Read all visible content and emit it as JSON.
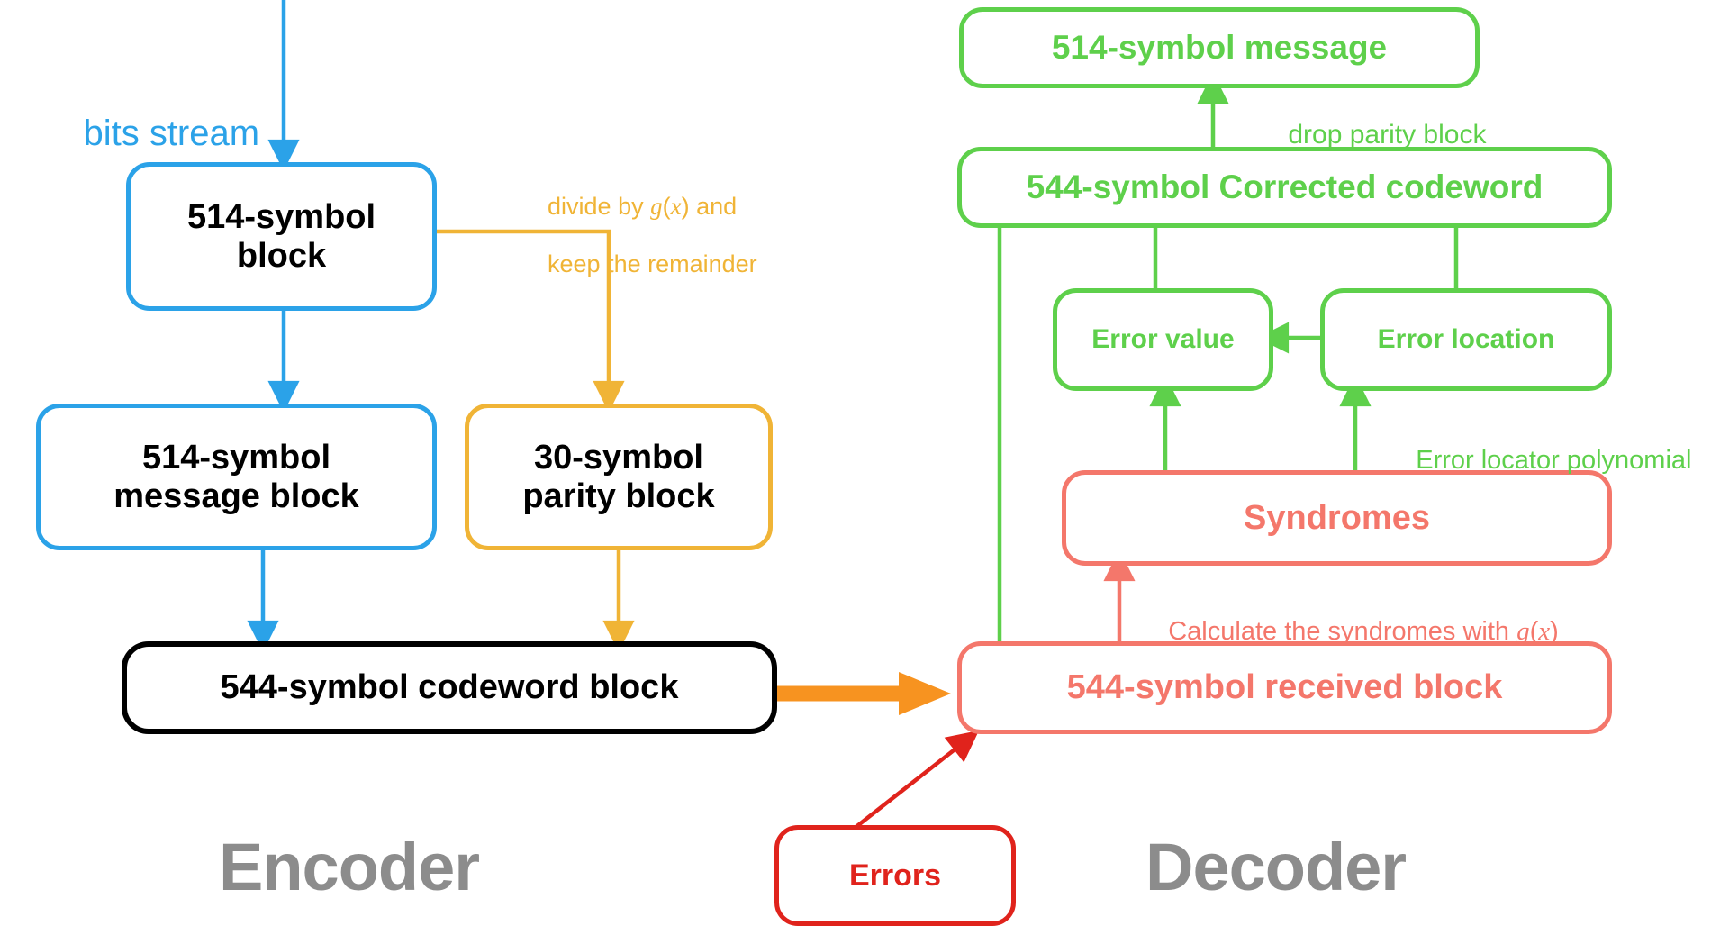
{
  "diagram": {
    "title_hidden": "Reed-Solomon encoder/decoder block diagram",
    "captions": {
      "encoder": "Encoder",
      "decoder": "Decoder"
    },
    "colors": {
      "blue": "#2ba2e8",
      "amber": "#f0b436",
      "black": "#000000",
      "green": "#5ed04b",
      "salmon": "#f4776b",
      "red": "#e0231c",
      "orange": "#f79320",
      "gray": "#8c8c8c",
      "background": "#ffffff"
    },
    "encoder": {
      "input_label": "bits stream",
      "nodes": [
        {
          "id": "source-block",
          "line1": "514-symbol",
          "line2": "block"
        },
        {
          "id": "message-block",
          "line1": "514-symbol",
          "line2": "message block"
        },
        {
          "id": "parity-block",
          "line1": "30-symbol",
          "line2": "parity block"
        },
        {
          "id": "codeword-block",
          "line1": "544-symbol codeword block",
          "line2": ""
        }
      ],
      "annotations": [
        {
          "id": "divide-note",
          "line1": "divide by g(x) and",
          "line2": "keep the remainder"
        }
      ]
    },
    "decoder": {
      "nodes": [
        {
          "id": "decoded-message",
          "label": "514-symbol message"
        },
        {
          "id": "corrected-codeword",
          "label": "544-symbol Corrected codeword"
        },
        {
          "id": "error-value",
          "label": "Error value"
        },
        {
          "id": "error-location",
          "label": "Error location"
        },
        {
          "id": "syndromes",
          "label": "Syndromes"
        },
        {
          "id": "received-block",
          "label": "544-symbol received block"
        }
      ],
      "annotations": [
        {
          "id": "drop-parity-note",
          "label": "drop parity block"
        },
        {
          "id": "locator-poly-note",
          "label": "Error locator polynomial"
        },
        {
          "id": "syndrome-calc-note",
          "label": "Calculate the syndromes with g(x)"
        }
      ]
    },
    "channel": {
      "errors_label": "Errors"
    }
  }
}
